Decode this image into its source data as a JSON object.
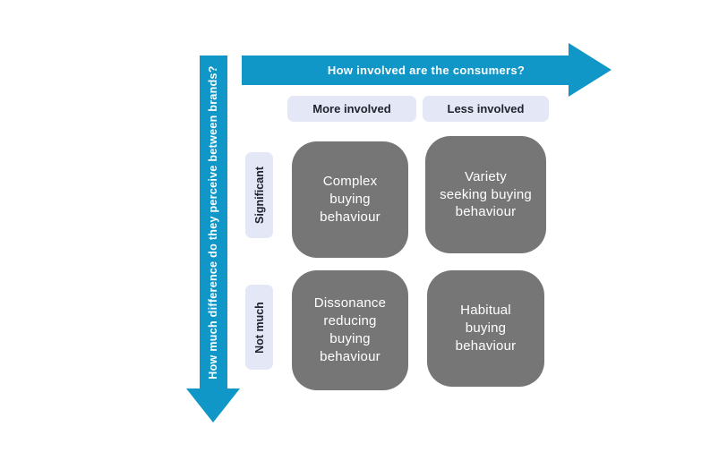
{
  "diagram": {
    "x_axis_label": "How involved are the consumers?",
    "y_axis_label": "How much difference do they perceive between brands?",
    "column_headers": [
      "More involved",
      "Less involved"
    ],
    "row_headers": [
      "Significant",
      "Not much"
    ],
    "cells": [
      {
        "row": "Significant",
        "column": "More involved",
        "label": "Complex buying behaviour"
      },
      {
        "row": "Significant",
        "column": "Less involved",
        "label": "Variety seeking buying behaviour"
      },
      {
        "row": "Not much",
        "column": "More involved",
        "label": "Dissonance reducing buying behaviour"
      },
      {
        "row": "Not much",
        "column": "Less involved",
        "label": "Habitual buying behaviour"
      }
    ],
    "colors": {
      "arrow_blue": "#1196c8",
      "cell_gray": "#767676",
      "chip_lavender": "#e3e7f6",
      "chip_text": "#20242f",
      "cell_text": "#ffffff",
      "background": "#ffffff"
    }
  }
}
